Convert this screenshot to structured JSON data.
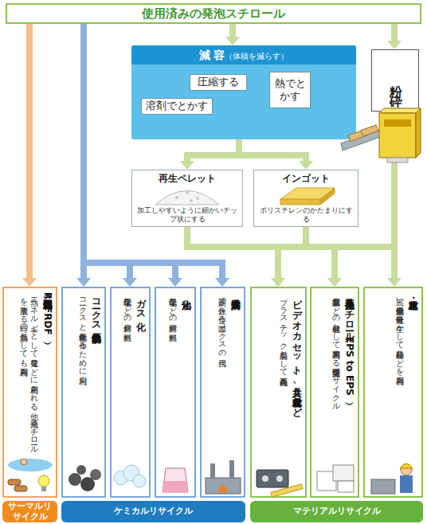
{
  "diagram": {
    "nodes": [
      {
        "text": [
          "使用済みの発泡スチロール"
        ]
      },
      {
        "text": [
          "減 容",
          "（体積を減らす）"
        ]
      },
      {
        "text": [
          "圧縮する"
        ],
        "in": 1
      },
      {
        "text": [
          "熱でとかす"
        ],
        "in": 1
      },
      {
        "text": [
          "溶剤でとかす"
        ],
        "in": 1
      },
      {
        "text": [
          "粉砕"
        ]
      },
      {
        "text": [
          "再生ペレット",
          "加工しやすいように細かいチップ状にする"
        ]
      },
      {
        "text": [
          "インゴット",
          "ポリスチレンのかたまりにする"
        ]
      },
      {
        "text": [
          "固形燃料（RPF・RDF）",
          "熱エネルギーとして発電などに利用される他、発泡スチロールを成形する時の熱源としても再利用"
        ]
      },
      {
        "text": [
          "コークス炉化学原料化",
          "コークスと化学原料を作るために利用"
        ]
      },
      {
        "text": [
          "ガス化",
          "化学工場などの原料や燃料"
        ]
      },
      {
        "text": [
          "油化",
          "化学工場などの原料や燃料"
        ]
      },
      {
        "text": [
          "高炉還元",
          "高炉で鉄を作る際コークスの代用"
        ]
      },
      {
        "text": [
          "ビデオカセット、文具、合成木材など",
          "プラスチック製品として再商品化"
        ]
      },
      {
        "text": [
          "再生発泡スチロール（EPS to EPS）",
          "家電製品などの包装材として再利用する完全循環型リサイクル"
        ]
      },
      {
        "text": [
          "建材・土木",
          "高い保温効果や軽量性を生かして粉砕品などを再利用"
        ]
      },
      {
        "text": [
          "サーマルリサイクル"
        ]
      },
      {
        "text": [
          "ケミカルリサイクル"
        ]
      },
      {
        "text": [
          "マテリアルリサイクル"
        ]
      }
    ],
    "edges": [
      {
        "from": 0,
        "to": 1,
        "arrow": "to"
      },
      {
        "from": 0,
        "to": 5,
        "arrow": "to"
      },
      {
        "from": 0,
        "to": 8,
        "arrow": "to"
      },
      {
        "from": 0,
        "to": 9,
        "arrow": "to"
      },
      {
        "from": 0,
        "to": 10,
        "arrow": "to"
      },
      {
        "from": 0,
        "to": 11,
        "arrow": "to"
      },
      {
        "from": 0,
        "to": 12,
        "arrow": "to"
      },
      {
        "from": 1,
        "to": 6,
        "arrow": "to"
      },
      {
        "from": 1,
        "to": 7,
        "arrow": "to"
      },
      {
        "from": 6,
        "to": 13,
        "arrow": "to"
      },
      {
        "from": 6,
        "to": 14,
        "arrow": "to"
      },
      {
        "from": 7,
        "to": 13,
        "arrow": "to"
      },
      {
        "from": 7,
        "to": 14,
        "arrow": "to"
      },
      {
        "from": 5,
        "to": 14,
        "arrow": "to"
      },
      {
        "from": 5,
        "to": 15,
        "arrow": "to"
      }
    ]
  }
}
